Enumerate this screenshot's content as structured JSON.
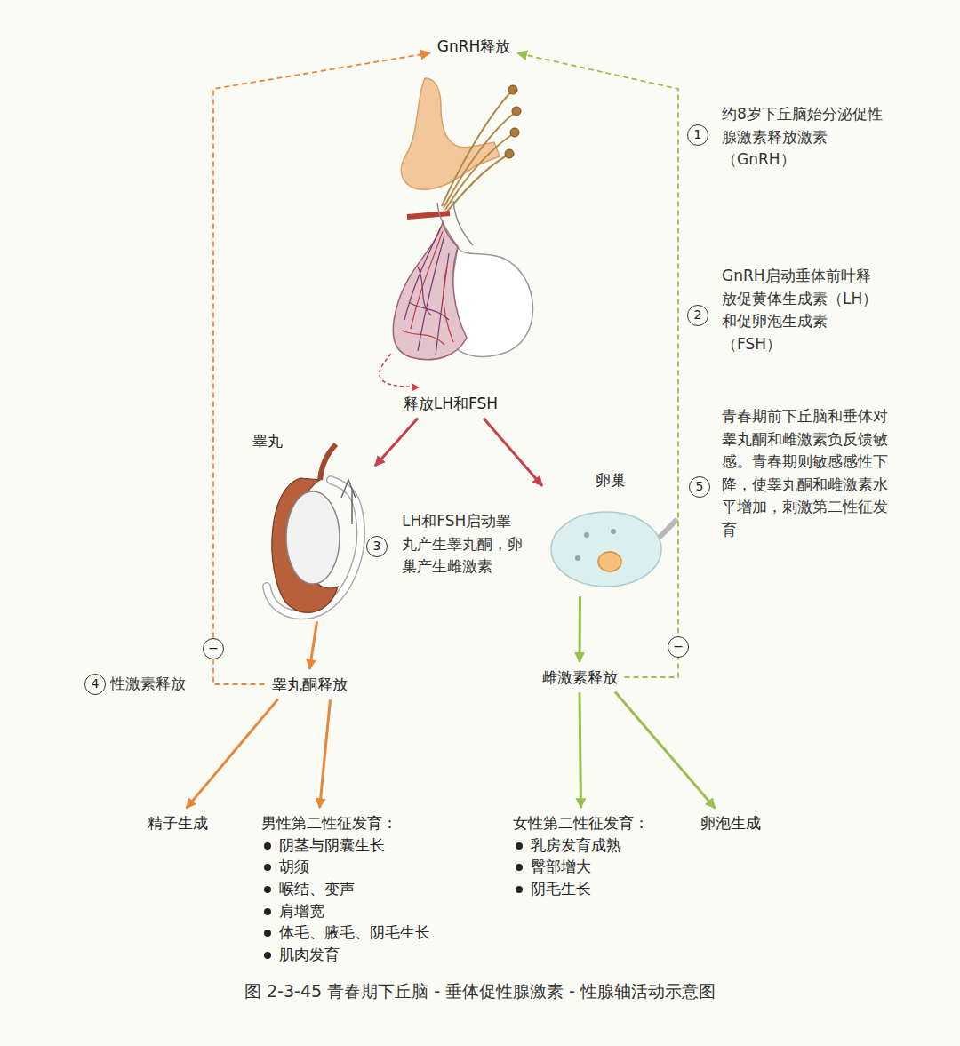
{
  "diagram": {
    "caption": "图 2-3-45   青春期下丘脑 - 垂体促性腺激素 - 性腺轴活动示意图",
    "nodes": [
      {
        "text": [
          "GnRH释放"
        ]
      },
      {
        "text": [
          "1"
        ]
      },
      {
        "text": [
          "2"
        ]
      },
      {
        "text": [
          "释放LH和FSH"
        ]
      },
      {
        "text": [
          "睾丸"
        ]
      },
      {
        "text": [
          "卵巢"
        ]
      },
      {
        "text": [
          "3"
        ]
      },
      {
        "text": [
          "5"
        ]
      },
      {
        "text": [
          "−"
        ]
      },
      {
        "text": [
          "−"
        ]
      },
      {
        "text": [
          "4"
        ]
      },
      {
        "text": [
          "睾丸酮释放"
        ]
      },
      {
        "text": [
          "雌激素释放"
        ]
      },
      {
        "text": [
          "精子生成"
        ]
      },
      {
        "text": [
          "男性第二性征发育：",
          "阴茎与阴囊生长",
          "胡须",
          "喉结、变声",
          "肩增宽",
          "体毛、腋毛、阴毛生长",
          "肌肉发育"
        ]
      },
      {
        "text": [
          "女性第二性征发育：",
          "乳房发育成熟",
          "臀部增大",
          "阴毛生长"
        ]
      },
      {
        "text": [
          "卵泡生成"
        ]
      }
    ],
    "edges": [
      {
        "from": 3,
        "to": 4,
        "arrow": "to"
      },
      {
        "from": 3,
        "to": 5,
        "arrow": "to"
      },
      {
        "from": 4,
        "to": 11,
        "arrow": "to"
      },
      {
        "from": 5,
        "to": 12,
        "arrow": "to"
      },
      {
        "from": 11,
        "to": 13,
        "arrow": "to"
      },
      {
        "from": 11,
        "to": 14,
        "arrow": "to"
      },
      {
        "from": 12,
        "to": 15,
        "arrow": "to"
      },
      {
        "from": 12,
        "to": 16,
        "arrow": "to"
      },
      {
        "from": 11,
        "to": 0,
        "arrow": "to"
      },
      {
        "from": 12,
        "to": 0,
        "arrow": "to"
      }
    ],
    "labels": [
      "约8岁下丘脑始分泌促性腺激素释放激素（GnRH）",
      "GnRH启动垂体前叶释放促黄体生成素（LH）和促卵泡生成素（FSH）",
      "LH和FSH启动睾丸产生睾丸酮，卵巢产生雌激素",
      "青春期前下丘脑和垂体对睾丸酮和雌激素负反馈敏感。青春期则敏感感性下降，使睾丸酮和雌激素水平增加，刺激第二性征发育",
      "性激素释放"
    ]
  }
}
